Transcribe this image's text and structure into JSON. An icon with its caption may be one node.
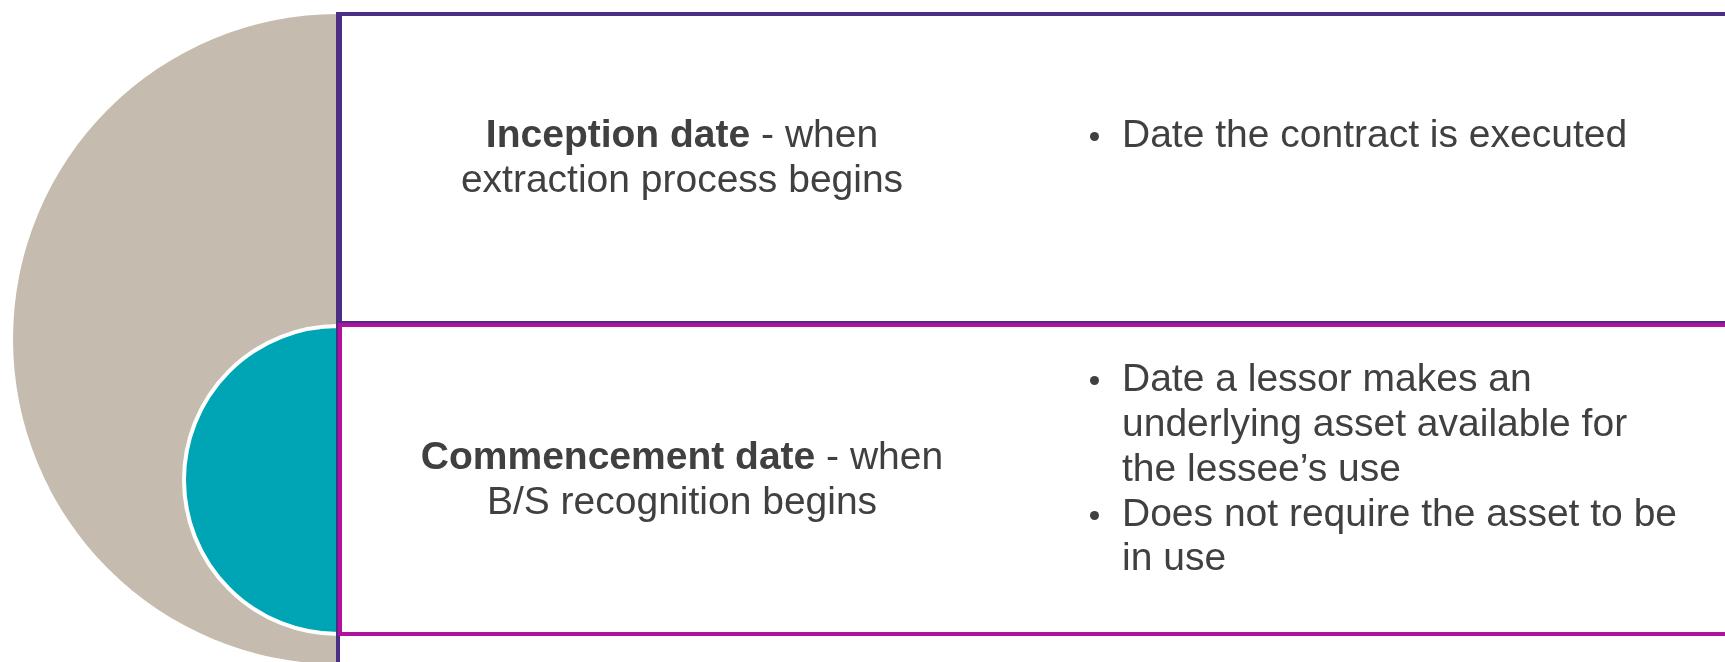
{
  "diagram": {
    "nodes": [
      {
        "text": [
          "**Inception date** - when extraction process begins",
          "Date the contract is executed"
        ]
      },
      {
        "text": [
          "**Commencement date** - when B/S recognition begins",
          "Date a lessor makes an underlying asset available for the lessee’s use",
          "Does not require the asset to be in use"
        ]
      }
    ]
  }
}
